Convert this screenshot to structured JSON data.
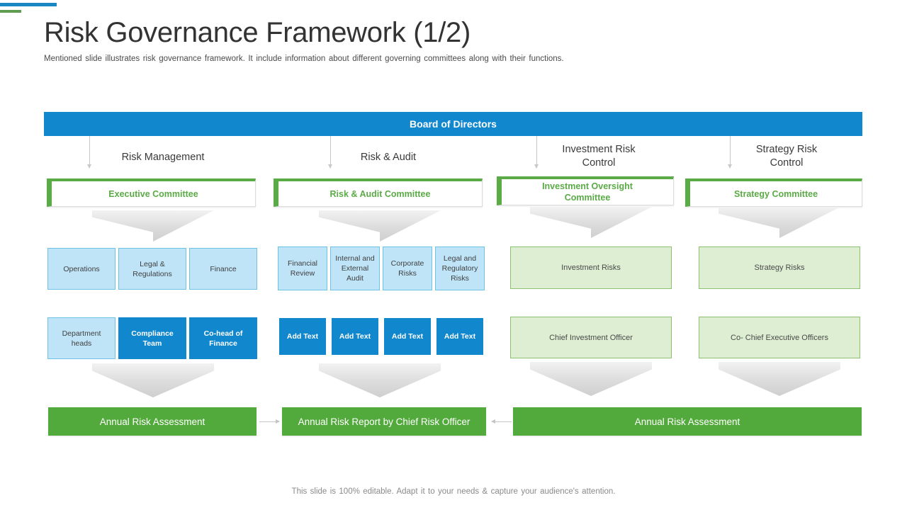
{
  "header": {
    "title": "Risk Governance Framework (1/2)",
    "subtitle": "Mentioned slide illustrates risk governance  framework. It include information about different  governing  committees along with their functions."
  },
  "colors": {
    "brand_blue": "#1187ce",
    "brand_green": "#53aa3c",
    "committee_green": "#5aab46",
    "light_blue": "#bfe4f7",
    "light_green": "#ddeed2",
    "deco_blue": "#1b86c4",
    "deco_green": "#5f9e50"
  },
  "board": {
    "label": "Board of Directors"
  },
  "branches": [
    {
      "label": "Risk Management"
    },
    {
      "label": "Risk & Audit"
    },
    {
      "label": "Investment  Risk\nControl"
    },
    {
      "label": "Strategy Risk\nControl"
    }
  ],
  "committees": [
    {
      "label": "Executive Committee"
    },
    {
      "label": "Risk & Audit Committee"
    },
    {
      "label": "Investment Oversight\nCommittee"
    },
    {
      "label": "Strategy Committee"
    }
  ],
  "columns": {
    "risk_management": {
      "functions": [
        {
          "label": "Operations",
          "style": "lblue"
        },
        {
          "label": "Legal &\nRegulations",
          "style": "lblue"
        },
        {
          "label": "Finance",
          "style": "lblue"
        }
      ],
      "owners": [
        {
          "label": "Department\nheads",
          "style": "lblue"
        },
        {
          "label": "Compliance\nTeam",
          "style": "dblue"
        },
        {
          "label": "Co-head of\nFinance",
          "style": "dblue"
        }
      ]
    },
    "risk_audit": {
      "functions": [
        {
          "label": "Financial\nReview",
          "style": "lblue"
        },
        {
          "label": "Internal and\nExternal\nAudit",
          "style": "lblue"
        },
        {
          "label": "Corporate\nRisks",
          "style": "lblue"
        },
        {
          "label": "Legal and\nRegulatory\nRisks",
          "style": "lblue"
        }
      ],
      "owners": [
        {
          "label": "Add Text",
          "style": "dblue"
        },
        {
          "label": "Add Text",
          "style": "dblue"
        },
        {
          "label": "Add Text",
          "style": "dblue"
        },
        {
          "label": "Add Text",
          "style": "dblue"
        }
      ]
    },
    "investment_risk": {
      "functions": [
        {
          "label": "Investment Risks",
          "style": "lgreen"
        }
      ],
      "owners": [
        {
          "label": "Chief Investment Officer",
          "style": "lgreen"
        }
      ]
    },
    "strategy_risk": {
      "functions": [
        {
          "label": "Strategy Risks",
          "style": "lgreen"
        }
      ],
      "owners": [
        {
          "label": "Co- Chief Executive Officers",
          "style": "lgreen"
        }
      ]
    }
  },
  "outcomes": [
    {
      "label": "Annual Risk Assessment"
    },
    {
      "label": "Annual Risk Report by Chief Risk Officer"
    },
    {
      "label": "Annual Risk Assessment"
    }
  ],
  "footer": {
    "note": "This slide is 100% editable. Adapt it to your needs & capture your audience's attention."
  }
}
